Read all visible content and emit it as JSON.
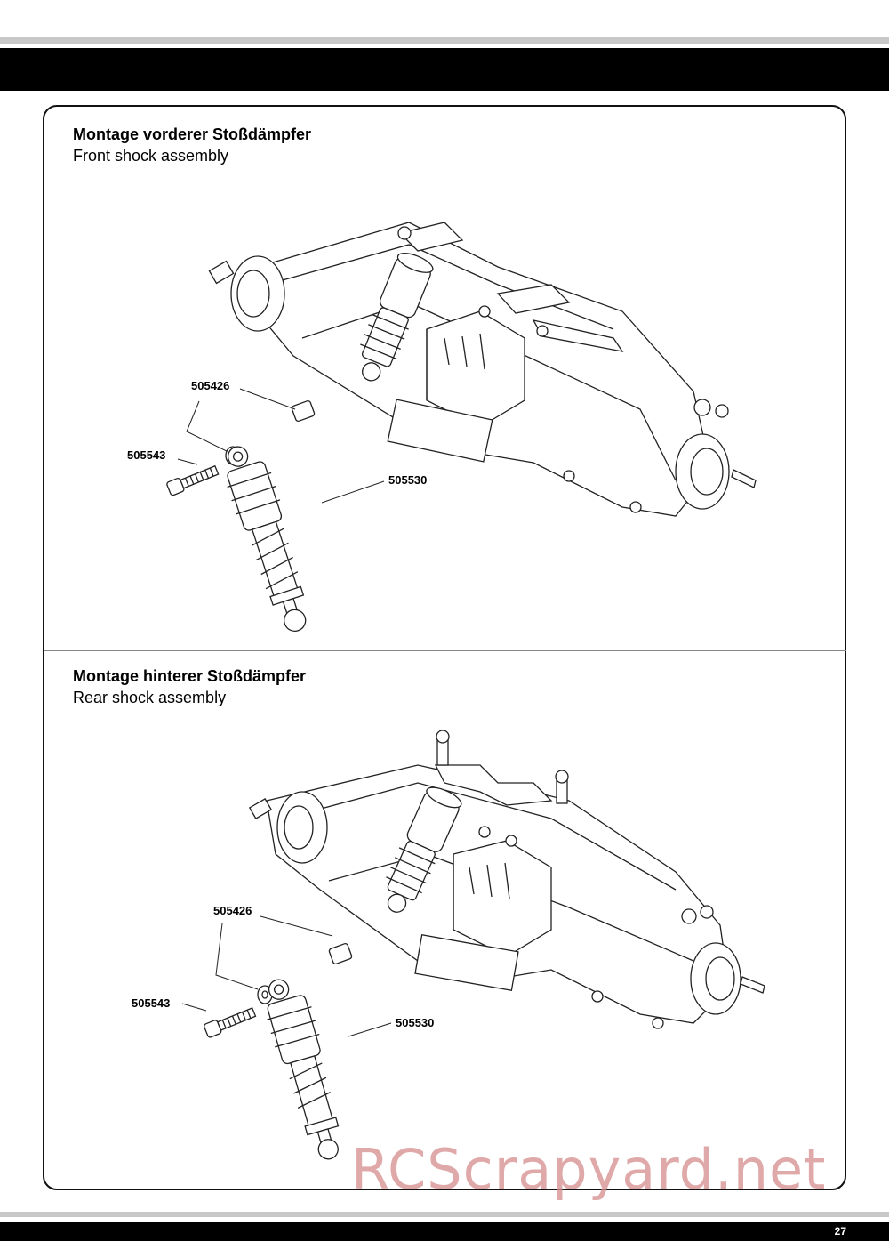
{
  "sections": [
    {
      "title": "Montage vorderer Stoßdämpfer",
      "subtitle": "Front shock assembly",
      "parts": [
        "505426",
        "505543",
        "505530"
      ]
    },
    {
      "title": "Montage hinterer Stoßdämpfer",
      "subtitle": "Rear shock assembly",
      "parts": [
        "505426",
        "505543",
        "505530"
      ]
    }
  ],
  "page_number": "27",
  "watermark": "RCScrapyard.net"
}
